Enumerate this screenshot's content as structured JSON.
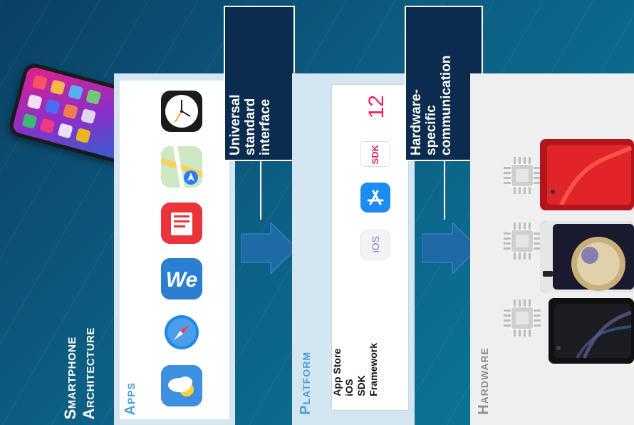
{
  "title": {
    "line1": "Smartphone",
    "line2": "Architecture"
  },
  "panels": {
    "apps": {
      "label": "Apps"
    },
    "platform": {
      "label": "Platform",
      "items": [
        "App Store",
        "iOS",
        "SDK",
        "Framework"
      ],
      "badges": {
        "ios": "iOS",
        "sdk": "SDK",
        "version": "12"
      }
    },
    "hardware": {
      "label": "Hardware"
    }
  },
  "callouts": {
    "universal": [
      "Universal",
      "standard",
      "interface"
    ],
    "hardware": [
      "Hardware-",
      "specific",
      "communication"
    ]
  },
  "app_icons": [
    "clock-icon",
    "maps-icon",
    "documents-icon",
    "we-icon",
    "safari-icon",
    "weather-icon"
  ],
  "colors": {
    "background": "#0b4f73",
    "panel": "#d4e6f2",
    "accent": "#4aa0d8",
    "arrow": "#1f6aa5",
    "callout": "#0c2c4f"
  }
}
